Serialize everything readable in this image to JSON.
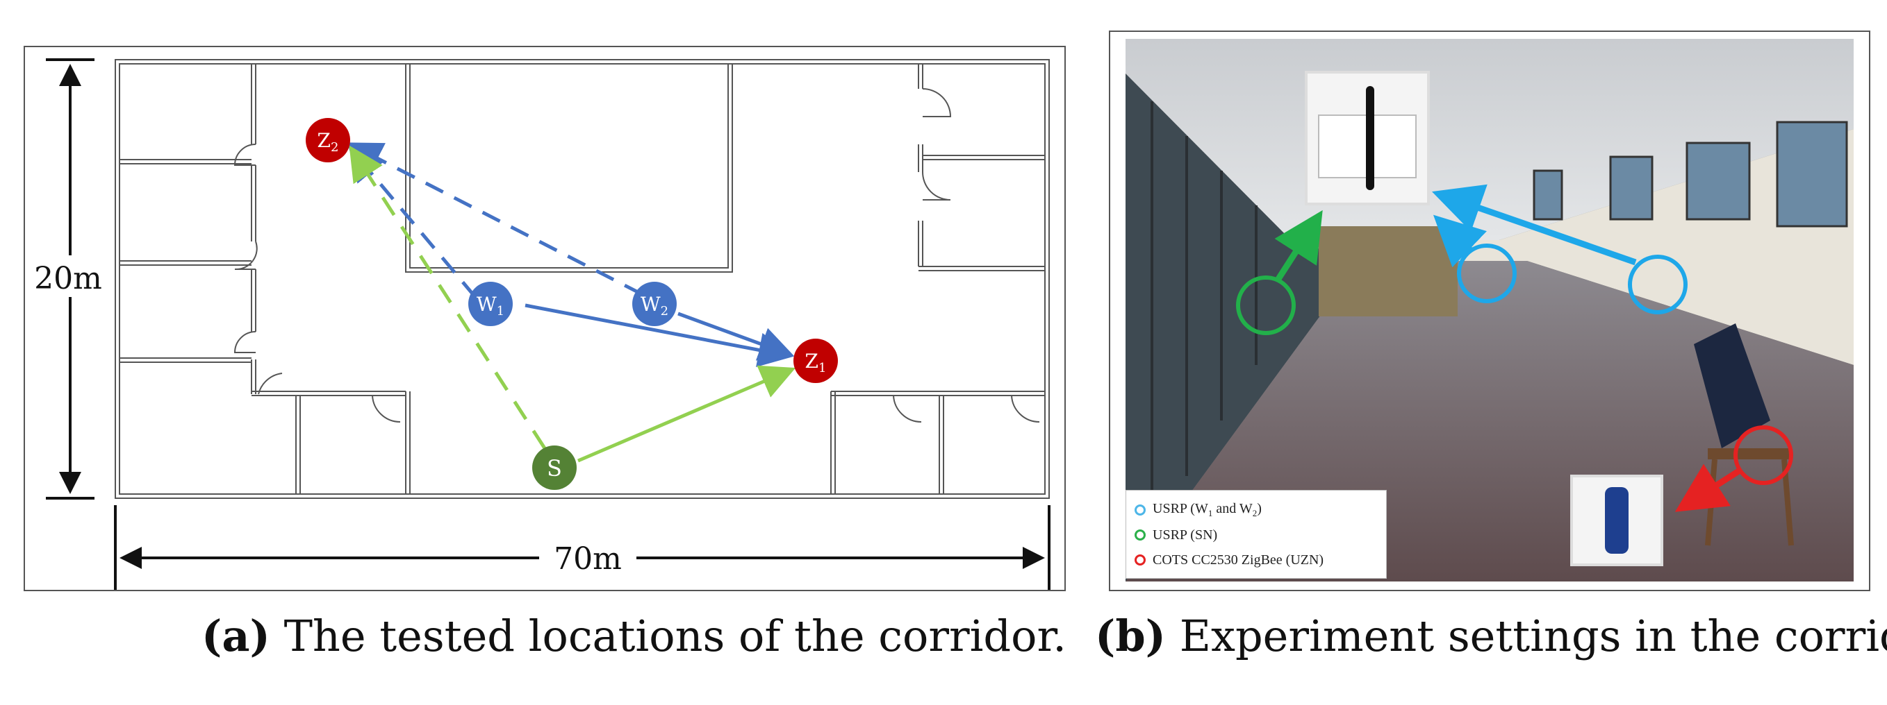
{
  "panel_a": {
    "height_label": "20m",
    "width_label": "70m",
    "nodes": {
      "z2": {
        "letter": "Z",
        "sub": "2"
      },
      "z1": {
        "letter": "Z",
        "sub": "1"
      },
      "w1": {
        "letter": "W",
        "sub": "1"
      },
      "w2": {
        "letter": "W",
        "sub": "2"
      },
      "s": {
        "letter": "S"
      }
    },
    "caption_tag": "(a)",
    "caption_text": "The tested locations of the corridor."
  },
  "panel_b": {
    "legend": [
      {
        "text": "USRP (W",
        "sub1": "1",
        "mid": " and W",
        "sub2": "2",
        "end": ")",
        "color": "#4db6e8"
      },
      {
        "text": "USRP (SN)",
        "color": "#2bb04a"
      },
      {
        "text": "COTS CC2530 ZigBee (UZN)",
        "color": "#e52222"
      }
    ],
    "caption_tag": "(b)",
    "caption_text": "Experiment settings in the corridor."
  },
  "colors": {
    "blue_node": "#4472c4",
    "red_node": "#c00000",
    "green_node": "#548235",
    "blue_arrow": "#4472c4",
    "green_arrow": "#92d050",
    "photo_arrow_blue": "#1ea7e9",
    "photo_arrow_green": "#22b04a",
    "photo_arrow_red": "#e52222"
  }
}
